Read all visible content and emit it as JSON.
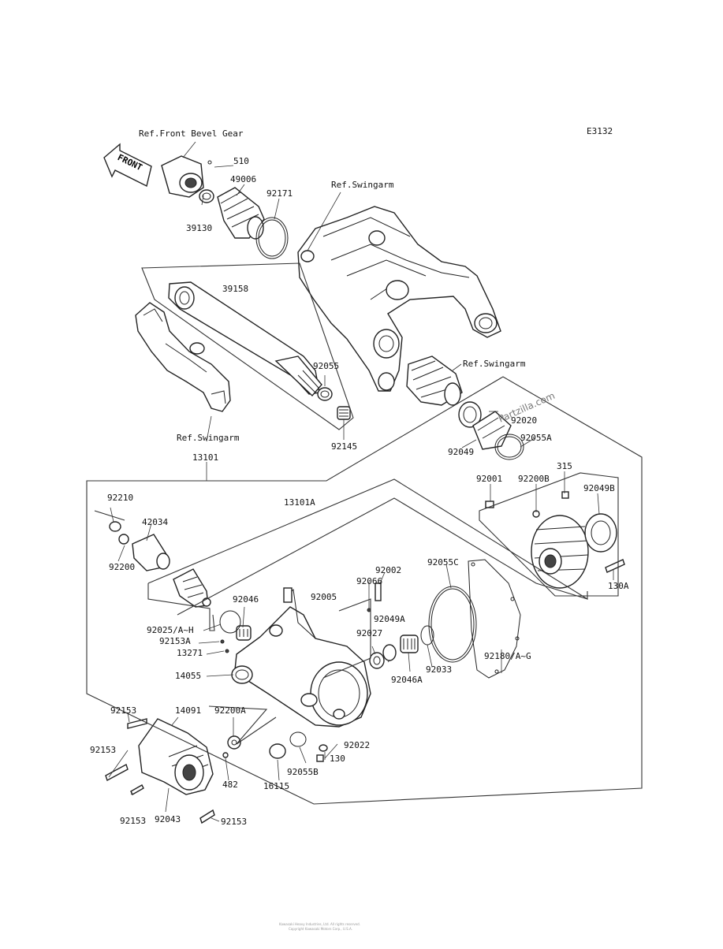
{
  "diagram": {
    "code": "E3132",
    "front_arrow": "FRONT",
    "watermark": "Partzilla.com",
    "footer_line1": "Kawasaki Heavy Industries, Ltd. All rights reserved.",
    "footer_line2": "Copyright Kawasaki Motors Corp., U.S.A.",
    "refs": {
      "front_bevel_gear": "Ref.Front Bevel Gear",
      "swingarm_top": "Ref.Swingarm",
      "swingarm_mid": "Ref.Swingarm",
      "swingarm_left": "Ref.Swingarm"
    },
    "labels": {
      "p510": "510",
      "p49006": "49006",
      "p92171": "92171",
      "p39130": "39130",
      "p39158": "39158",
      "p92055": "92055",
      "p92145": "92145",
      "p13101": "13101",
      "p13101A": "13101A",
      "p92210": "92210",
      "p42034": "42034",
      "p92200": "92200",
      "p92046": "92046",
      "p92025": "92025/A~H",
      "p92153A": "92153A",
      "p13271": "13271",
      "p14055": "14055",
      "p92005": "92005",
      "p92066": "92066",
      "p92002": "92002",
      "p92049A": "92049A",
      "p92027": "92027",
      "p92046A": "92046A",
      "p92033": "92033",
      "p92055C": "92055C",
      "p92180": "92180/A~G",
      "p92049": "92049",
      "p92020": "92020",
      "p92055A": "92055A",
      "p92001": "92001",
      "p92200B": "92200B",
      "p315": "315",
      "p92049B": "92049B",
      "p130A": "130A",
      "p92153_a": "92153",
      "p92153_b": "92153",
      "p92153_c": "92153",
      "p92153_d": "92153",
      "p14091": "14091",
      "p92200A": "92200A",
      "p482": "482",
      "p92043": "92043",
      "p16115": "16115",
      "p92055B": "92055B",
      "p92022": "92022",
      "p130": "130"
    }
  }
}
